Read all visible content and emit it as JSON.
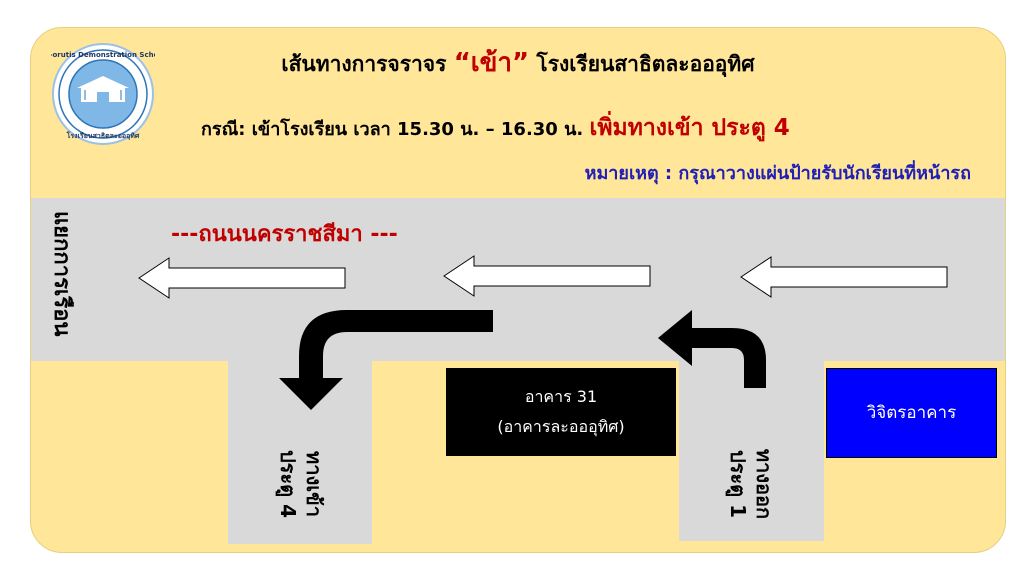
{
  "title": {
    "prefix": "เส้นทางการจราจร ",
    "highlight": "“เข้า”",
    "suffix": " โรงเรียนสาธิตละอออุทิศ"
  },
  "subtitle": {
    "text": "กรณี: เข้าโรงเรียน เวลา 15.30 น. – 16.30 น. ",
    "highlight": "เพิ่มทางเข้า ประตู 4"
  },
  "note": "หมายเหตุ : กรุณาวางแผ่นป้ายรับนักเรียนที่หน้ารถ",
  "street_name": "---ถนนนครราชสีมา ---",
  "intersection": "แยกการเรือน",
  "gate_in": {
    "line1": "ทางเข้า",
    "line2": "ประตู 4"
  },
  "gate_out": {
    "line1": "ทางออก",
    "line2": "ประตู 1"
  },
  "building_31": {
    "line1": "อาคาร 31",
    "line2": "(อาคารละอออุทิศ)"
  },
  "building_vijit": "วิจิตรอาคาร",
  "logo": {
    "text_top": "La-orutis Demonstration School",
    "text_bottom": "โรงเรียนสาธิตละอออุทิศ"
  },
  "colors": {
    "background": "#FFE699",
    "road": "#D9D9D9",
    "title_accent": "#C00000",
    "note": "#1F1FB8",
    "building_31": "#000000",
    "building_vijit": "#0000FF"
  }
}
